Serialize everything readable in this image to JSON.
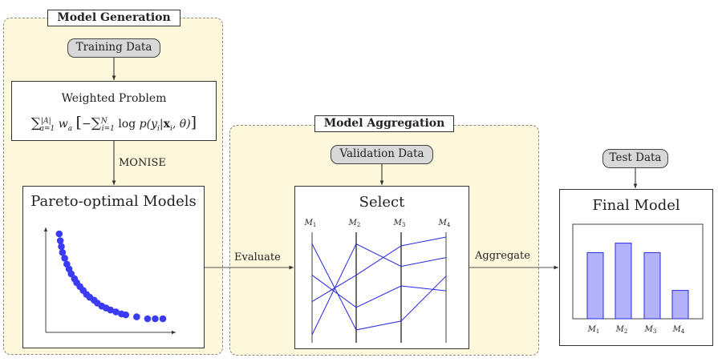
{
  "generation": {
    "title": "Model Generation",
    "input": "Training Data",
    "weighted_problem": {
      "title": "Weighted Problem",
      "formula": "∑|A|a=1 wa [−∑Ni=1 log p(yi|xi, θ)]"
    },
    "method_label": "MONISE",
    "pareto": {
      "title": "Pareto-optimal Models",
      "points": [
        [
          0.05,
          0.96
        ],
        [
          0.06,
          0.89
        ],
        [
          0.07,
          0.83
        ],
        [
          0.08,
          0.77
        ],
        [
          0.1,
          0.71
        ],
        [
          0.12,
          0.65
        ],
        [
          0.14,
          0.6
        ],
        [
          0.16,
          0.55
        ],
        [
          0.19,
          0.5
        ],
        [
          0.21,
          0.46
        ],
        [
          0.24,
          0.42
        ],
        [
          0.27,
          0.38
        ],
        [
          0.3,
          0.34
        ],
        [
          0.33,
          0.31
        ],
        [
          0.37,
          0.28
        ],
        [
          0.4,
          0.25
        ],
        [
          0.44,
          0.22
        ],
        [
          0.48,
          0.2
        ],
        [
          0.52,
          0.18
        ],
        [
          0.57,
          0.16
        ],
        [
          0.62,
          0.14
        ],
        [
          0.66,
          0.13
        ],
        [
          0.76,
          0.11
        ],
        [
          0.86,
          0.09
        ],
        [
          0.93,
          0.09
        ],
        [
          1.0,
          0.09
        ]
      ]
    }
  },
  "aggregation": {
    "title": "Model Aggregation",
    "input": "Validation Data",
    "select": {
      "title": "Select",
      "axes": [
        "M1",
        "M2",
        "M3",
        "M4"
      ],
      "lines": [
        [
          0.93,
          0.05,
          0.14,
          0.6
        ],
        [
          0.61,
          0.28,
          0.5,
          0.45
        ],
        [
          0.34,
          0.61,
          0.91,
          1.0
        ],
        [
          0.0,
          0.93,
          0.7,
          0.79
        ]
      ]
    }
  },
  "edges": {
    "evaluate": "Evaluate",
    "aggregate": "Aggregate"
  },
  "final": {
    "title": "Final Model",
    "input": "Test Data",
    "chart_data": {
      "type": "bar",
      "categories": [
        "M1",
        "M2",
        "M3",
        "M4"
      ],
      "values": [
        0.7,
        0.8,
        0.7,
        0.3
      ],
      "ylim": [
        0,
        1
      ]
    }
  }
}
